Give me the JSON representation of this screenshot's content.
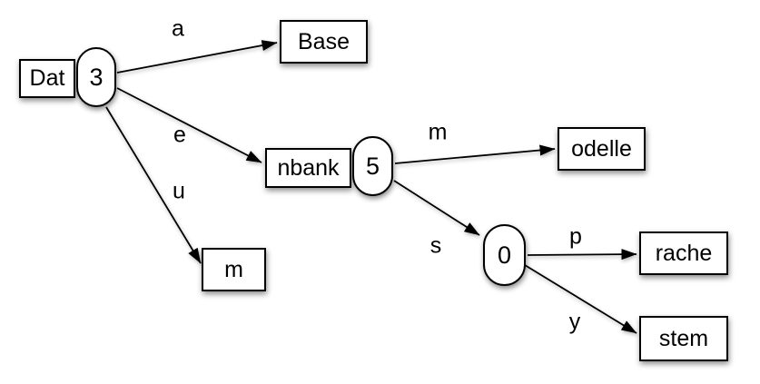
{
  "diagram": {
    "type": "trie",
    "background_color": "#ffffff",
    "node_fill": "#ffffff",
    "node_border_color": "#000000",
    "edge_color": "#000000",
    "nodes": {
      "dat": {
        "label": "Dat",
        "shape": "rect"
      },
      "dat_count": {
        "label": "3",
        "shape": "pill"
      },
      "base": {
        "label": "Base",
        "shape": "rect"
      },
      "nbank": {
        "label": "nbank",
        "shape": "rect"
      },
      "nbank_count": {
        "label": "5",
        "shape": "pill"
      },
      "m": {
        "label": "m",
        "shape": "rect"
      },
      "odelle": {
        "label": "odelle",
        "shape": "rect"
      },
      "zero_count": {
        "label": "0",
        "shape": "pill"
      },
      "rache": {
        "label": "rache",
        "shape": "rect"
      },
      "stem": {
        "label": "stem",
        "shape": "rect"
      }
    },
    "edges": {
      "a": {
        "label": "a",
        "from": "dat_count",
        "to": "base"
      },
      "e": {
        "label": "e",
        "from": "dat_count",
        "to": "nbank"
      },
      "u": {
        "label": "u",
        "from": "dat_count",
        "to": "m"
      },
      "m": {
        "label": "m",
        "from": "nbank_count",
        "to": "odelle"
      },
      "s": {
        "label": "s",
        "from": "nbank_count",
        "to": "zero_count"
      },
      "p": {
        "label": "p",
        "from": "zero_count",
        "to": "rache"
      },
      "y": {
        "label": "y",
        "from": "zero_count",
        "to": "stem"
      }
    }
  }
}
